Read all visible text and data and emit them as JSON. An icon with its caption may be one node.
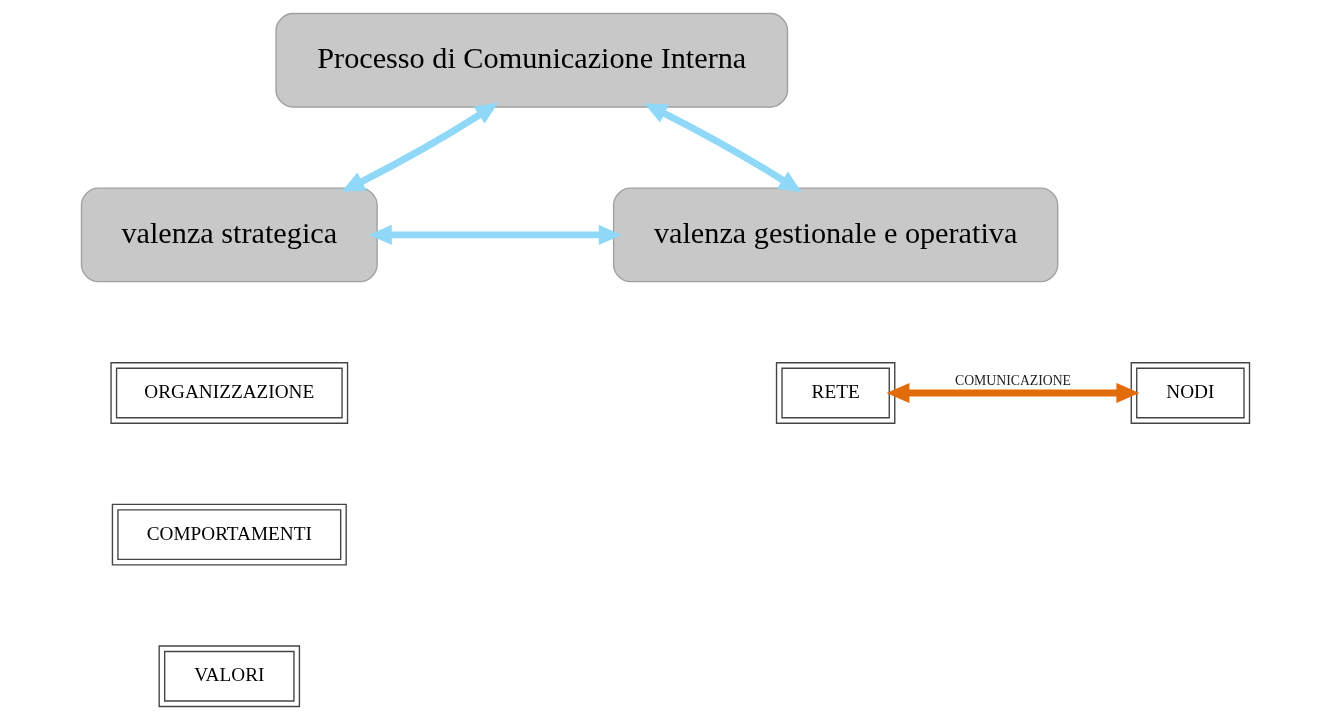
{
  "diagram": {
    "nodes": [
      {
        "text": [
          "Processo di Comunicazione Interna"
        ]
      },
      {
        "text": [
          "valenza strategica"
        ]
      },
      {
        "text": [
          "valenza gestionale e operativa"
        ]
      },
      {
        "text": [
          "ORGANIZZAZIONE"
        ]
      },
      {
        "text": [
          "COMPORTAMENTI"
        ]
      },
      {
        "text": [
          "VALORI"
        ]
      },
      {
        "text": [
          "RETE"
        ]
      },
      {
        "text": [
          "NODI"
        ]
      }
    ],
    "edges": [
      {
        "from": 0,
        "to": 1,
        "arrow": "both"
      },
      {
        "from": 0,
        "to": 2,
        "arrow": "both"
      },
      {
        "from": 1,
        "to": 2,
        "arrow": "both"
      },
      {
        "from": 6,
        "to": 7,
        "arrow": "both",
        "color": "#e36c0a",
        "label": "COMUNICAZIONE"
      }
    ]
  }
}
